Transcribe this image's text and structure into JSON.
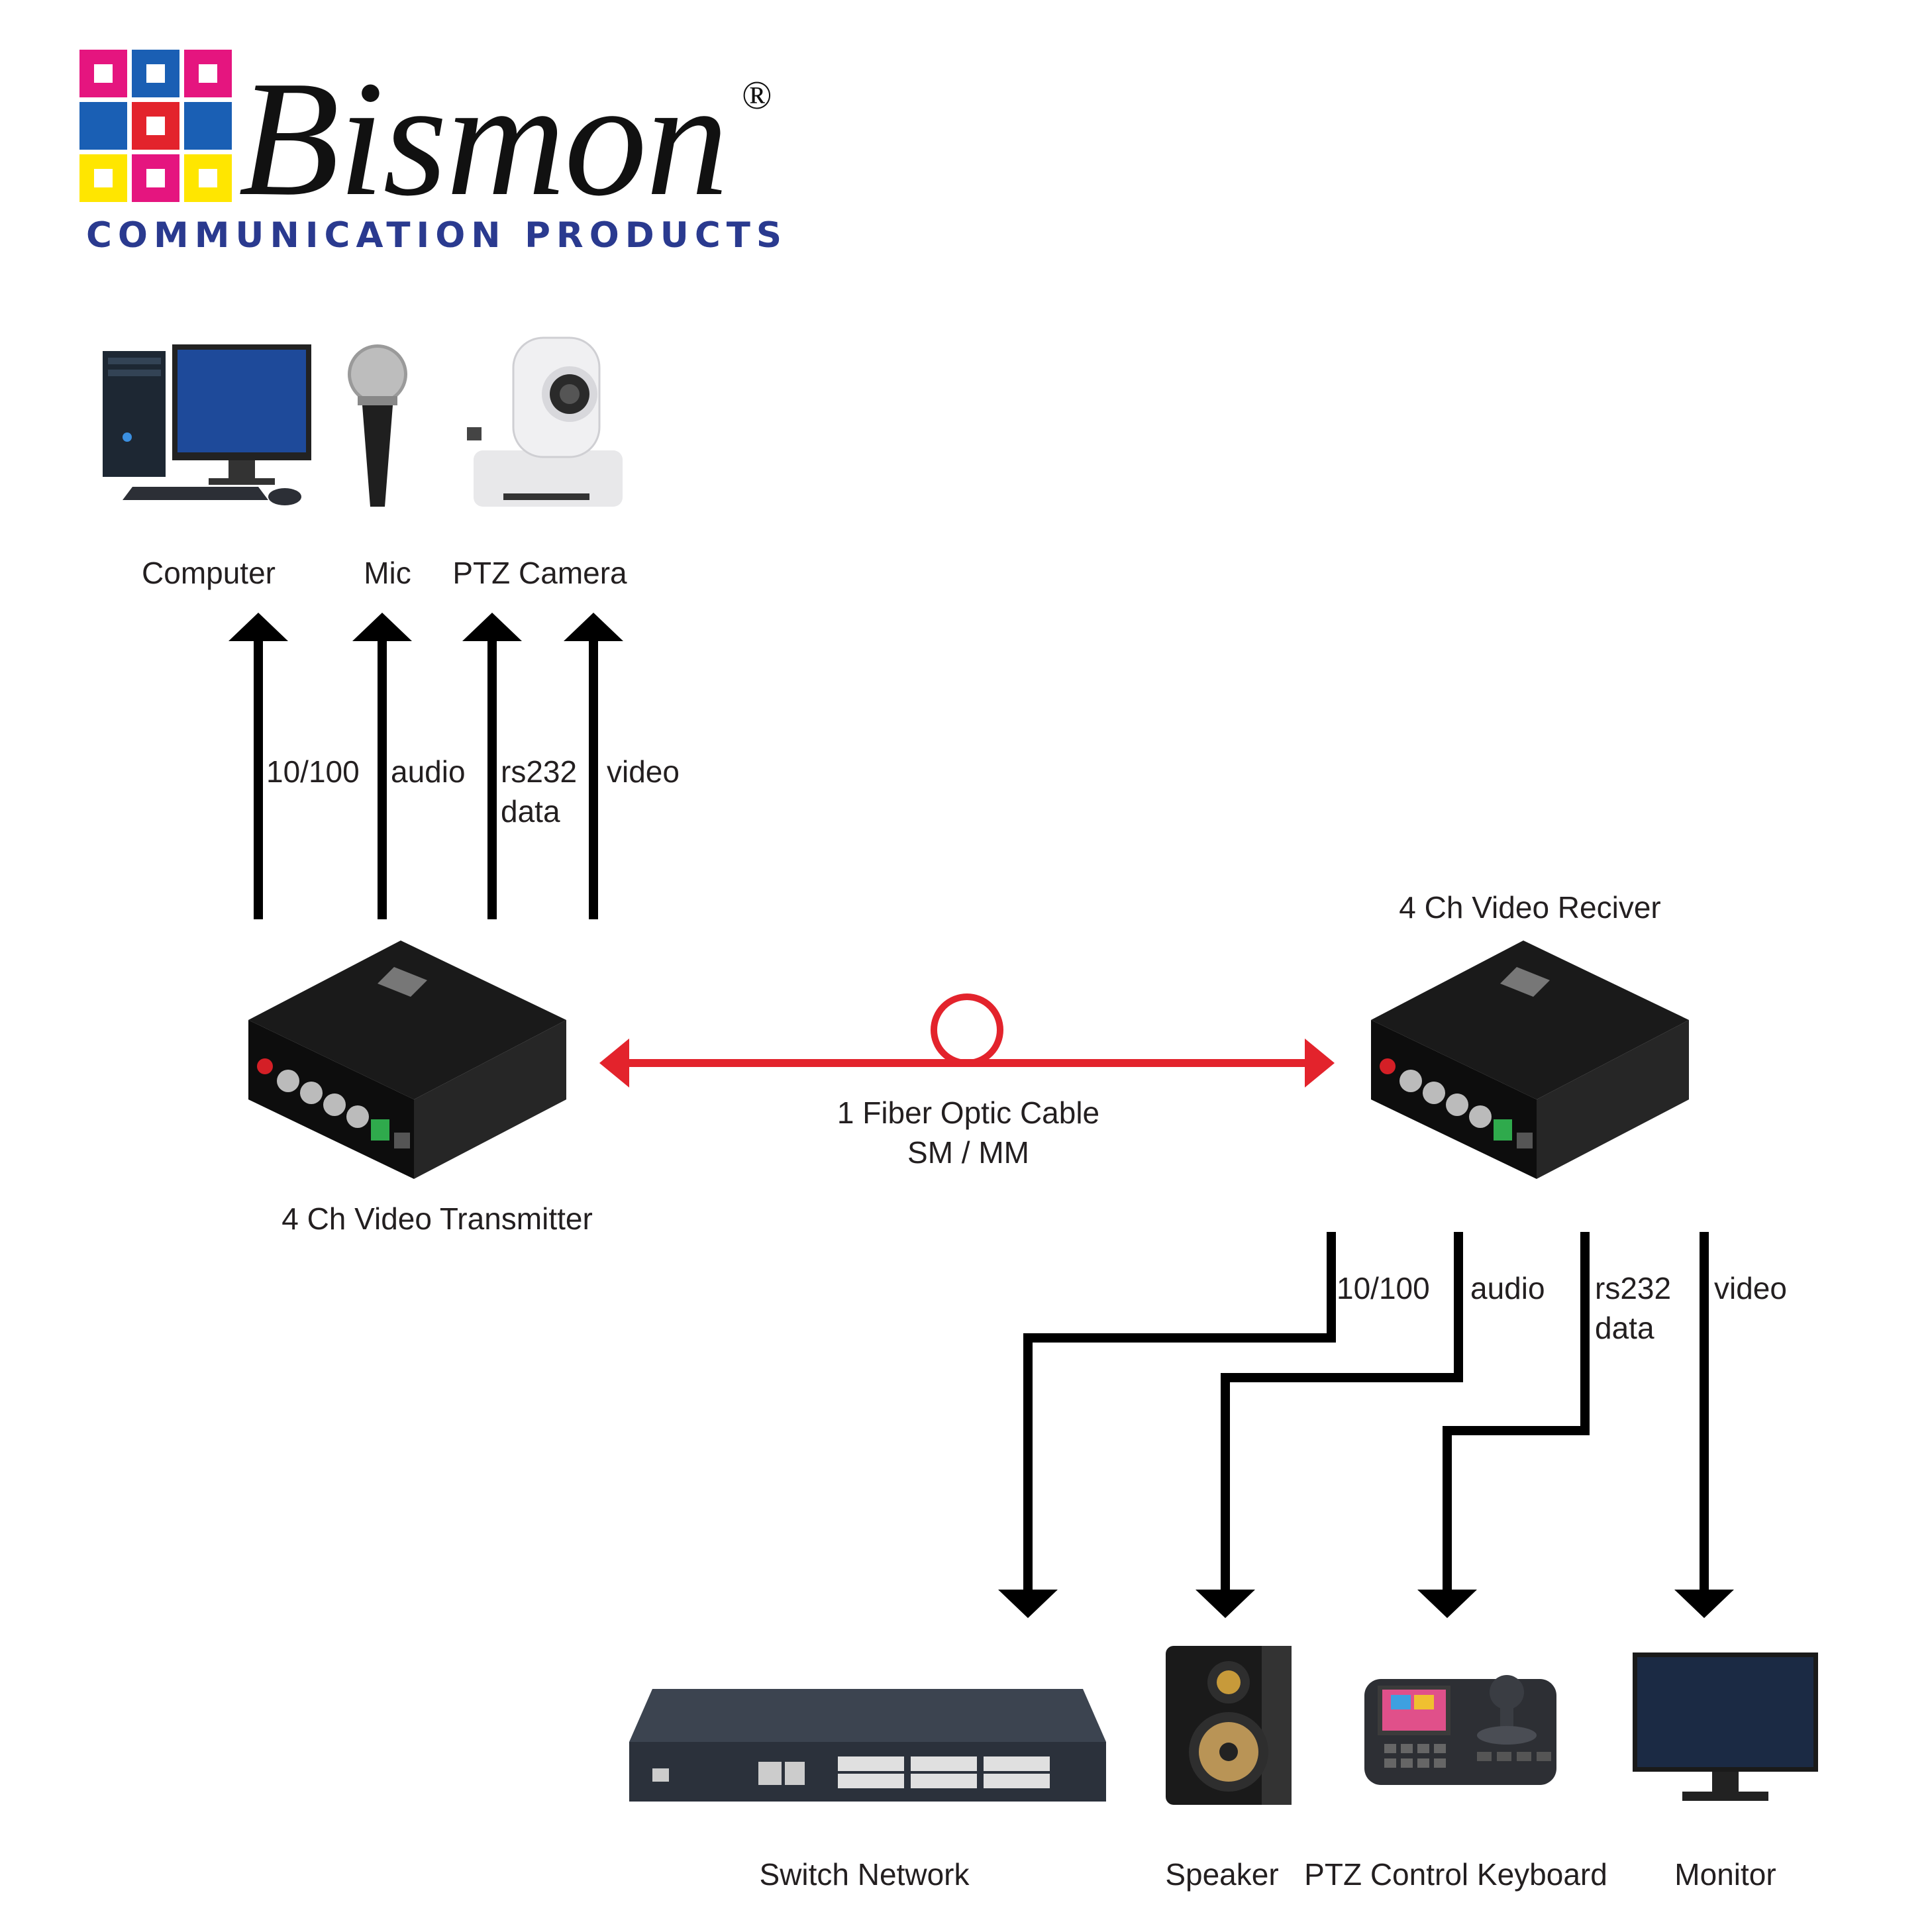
{
  "brand": {
    "name": "Bismon",
    "registered": "®",
    "tagline": "COMMUNICATION  PRODUCTS",
    "colors": {
      "magenta": "#e5157f",
      "blue": "#1a5fb4",
      "yellow": "#ffe600",
      "red": "#e3232c",
      "navy": "#2a3a8f"
    }
  },
  "top_devices": [
    {
      "label": "Computer",
      "icon": "computer-icon"
    },
    {
      "label": "Mic",
      "icon": "microphone-icon"
    },
    {
      "label": "PTZ Camera",
      "icon": "ptz-camera-icon"
    }
  ],
  "transmitter": {
    "label": "4 Ch Video Transmitter",
    "icon": "fiber-transmitter-icon"
  },
  "receiver": {
    "label": "4 Ch Video Reciver",
    "icon": "fiber-receiver-icon"
  },
  "fiber": {
    "line1": "1 Fiber Optic Cable",
    "line2": "SM / MM",
    "color": "#e3232c"
  },
  "tx_signals": [
    "10/100",
    "audio",
    "rs232\ndata",
    "video"
  ],
  "rx_signals": [
    "10/100",
    "audio",
    "rs232\ndata",
    "video"
  ],
  "bottom_devices": [
    {
      "label": "Switch Network",
      "icon": "network-switch-icon"
    },
    {
      "label": "Speaker",
      "icon": "speaker-icon"
    },
    {
      "label": "PTZ Control Keyboard",
      "icon": "ptz-keyboard-icon"
    },
    {
      "label": "Monitor",
      "icon": "monitor-icon"
    }
  ]
}
